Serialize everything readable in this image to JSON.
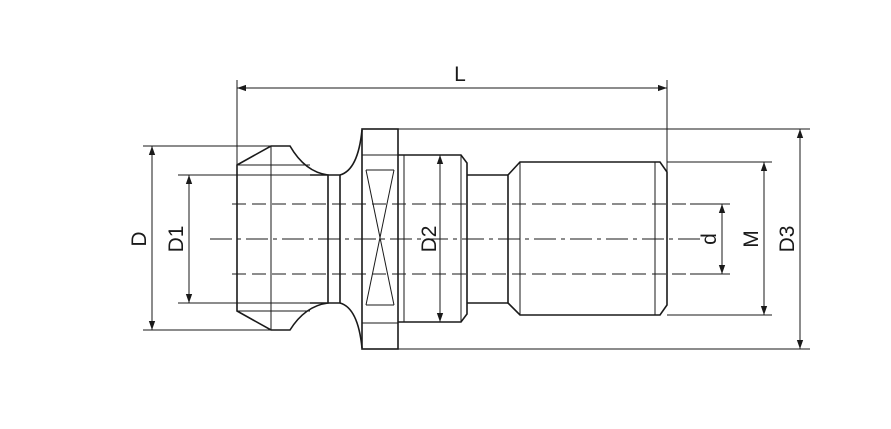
{
  "labels": {
    "L": "L",
    "D": "D",
    "D1": "D1",
    "D2": "D2",
    "d": "d",
    "M": "M",
    "D3": "D3"
  },
  "colors": {
    "line": "#1a1a1a",
    "background": "#ffffff"
  }
}
